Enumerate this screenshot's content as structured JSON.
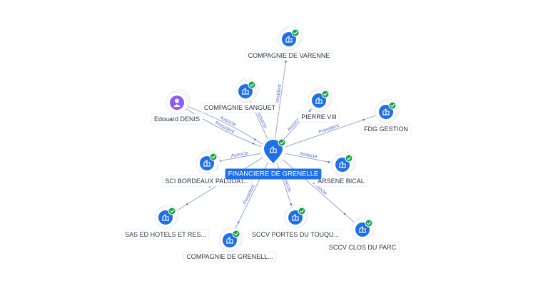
{
  "colors": {
    "company": "#1f6fe6",
    "person": "#8b5cf6",
    "verified": "#16a34a",
    "edge": "#9aa6c6",
    "edge_label": "#5a6fd0"
  },
  "center": {
    "id": "center",
    "label": "FINANCIERE DE GRENELLE",
    "icon": "building-icon"
  },
  "nodes": [
    {
      "id": "varenne",
      "label": "COMPAGNIE DE VARENNE",
      "kind": "company",
      "verified": true
    },
    {
      "id": "sanguet",
      "label": "COMPAGNIE SANGUET",
      "kind": "company",
      "verified": true
    },
    {
      "id": "denis",
      "label": "Edouard DENIS",
      "kind": "person",
      "verified": false
    },
    {
      "id": "pierre",
      "label": "PIERRE VIII",
      "kind": "company",
      "verified": true
    },
    {
      "id": "fdg",
      "label": "FDG GESTION",
      "kind": "company",
      "verified": true
    },
    {
      "id": "bordeaux",
      "label": "SCI BORDEAUX PALUDAT...",
      "kind": "company",
      "verified": true
    },
    {
      "id": "arsene",
      "label": "ARSENE BICAL",
      "kind": "company",
      "verified": true
    },
    {
      "id": "sas",
      "label": "SAS ED HOTELS ET RES...",
      "kind": "company",
      "verified": true
    },
    {
      "id": "grenelle2",
      "label": "COMPAGNIE DE GRENELL...",
      "kind": "company",
      "verified": true
    },
    {
      "id": "portes",
      "label": "SCCV PORTES DU TOUQU...",
      "kind": "company",
      "verified": true
    },
    {
      "id": "clos",
      "label": "SCCV CLOS DU PARC",
      "kind": "company",
      "verified": true
    }
  ],
  "edges": [
    {
      "from": "center",
      "to": "varenne",
      "label": "President"
    },
    {
      "from": "center",
      "to": "sanguet",
      "label": "Associe"
    },
    {
      "from": "denis",
      "to": "center",
      "label": "Associe"
    },
    {
      "from": "denis",
      "to": "center",
      "label": "President"
    },
    {
      "from": "center",
      "to": "pierre",
      "label": "Associe"
    },
    {
      "from": "center",
      "to": "fdg",
      "label": "President"
    },
    {
      "from": "center",
      "to": "bordeaux",
      "label": "Associe"
    },
    {
      "from": "center",
      "to": "arsene",
      "label": "Associe"
    },
    {
      "from": "center",
      "to": "sas",
      "label": "President"
    },
    {
      "from": "center",
      "to": "grenelle2",
      "label": "President"
    },
    {
      "from": "center",
      "to": "portes",
      "label": "Associe"
    },
    {
      "from": "center",
      "to": "clos",
      "label": "Associe"
    }
  ]
}
